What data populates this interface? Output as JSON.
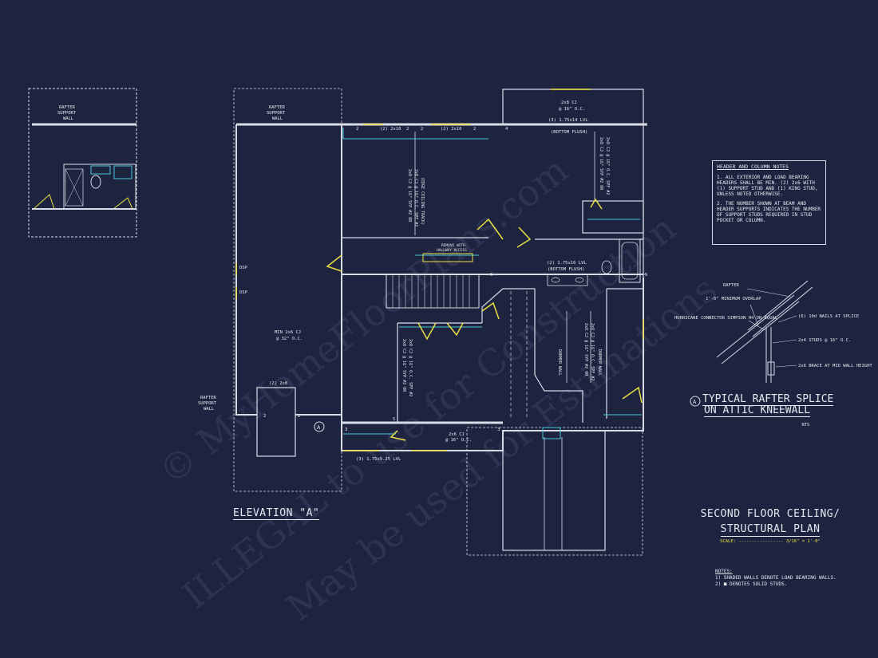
{
  "watermark": {
    "line1": "© MyHomeFloorPlans.com",
    "line2": "ILLEGAL to use for Construction",
    "line3": "May be used for Estimations"
  },
  "header_notes": {
    "title": "HEADER AND COLUMN NOTES",
    "note1": "1. ALL EXTERIOR AND LOAD BEARING HEADERS SHALL BE MIN. (2) 2x6 WITH (1) SUPPORT STUD AND (1) KING STUD, UNLESS NOTED OTHERWISE.",
    "note2": "2. THE NUMBER SHOWN AT BEAM AND HEADER SUPPORTS INDICATES THE NUMBER OF SUPPORT STUDS REQUIRED IN STUD POCKET OR COLUMN."
  },
  "splice_detail": {
    "rafter": "RAFTER",
    "overlap": "1'-0\" MINIMUM OVERLAP",
    "connector": "HURRICANE CONNECTOR SIMPSON H4 OR EQUAL",
    "nails": "(6) 10d NAILS AT SPLICE",
    "studs": "2x4 STUDS @ 16\" O.C.",
    "brace": "2x6 BRACE AT MID WALL HEIGHT",
    "marker": "A",
    "title_line1": "TYPICAL RAFTER SPLICE",
    "title_line2": "ON ATTIC KNEEWALL",
    "nts": "NTS"
  },
  "plan_title": {
    "line1": "SECOND FLOOR CEILING/",
    "line2": "STRUCTURAL PLAN",
    "scale": "SCALE: ----------------- 3/16\" = 1'-0\""
  },
  "notes": {
    "title": "NOTES:",
    "n1": "1) SHADED WALLS DENOTE LOAD BEARING WALLS.",
    "n2": "2) ■ DENOTES SOLID STUDS."
  },
  "elevation_label": "ELEVATION \"A\"",
  "plan_labels": {
    "rafter_support": "RAFTER",
    "support": "SUPPORT",
    "wall": "WALL",
    "cj_2x8_top": "2x8 CJ",
    "oc_16": "@ 16\" O.C.",
    "lvl_top": "(3) 1.75x14 LVL",
    "bottom_flush": "(BOTTOM FLUSH)",
    "hdr_2x10_a": "(2) 2x10",
    "hdr_2x10_b": "(2) 2x10",
    "num_2": "2",
    "num_3": "3",
    "num_4": "4",
    "num_5": "5",
    "dsp": "DSP",
    "min_2x6": "MIN 2x6 CJ",
    "oc_32": "@ 32\" O.C.",
    "hdr_2x8": "(2) 2x8",
    "cj_2x6": "2x6 CJ",
    "lvl_bottom": "(3) 1.75x9.25 LVL",
    "lvl_mid": "(2) 1.75x16 LVL",
    "remove_attic": "REMOVE WITH",
    "hallway_access": "HALLWAY ACCESS",
    "dormer_wall": "DORMER WALL",
    "vert_cj_a": "2x8 CJ @ 16\" SYP #2 OR",
    "vert_cj_b": "2x8 CJ @ 16\" O.C. SPF #2",
    "vert_cj_c": "(EDGE CEILING TRACK)",
    "marker_a": "A"
  }
}
